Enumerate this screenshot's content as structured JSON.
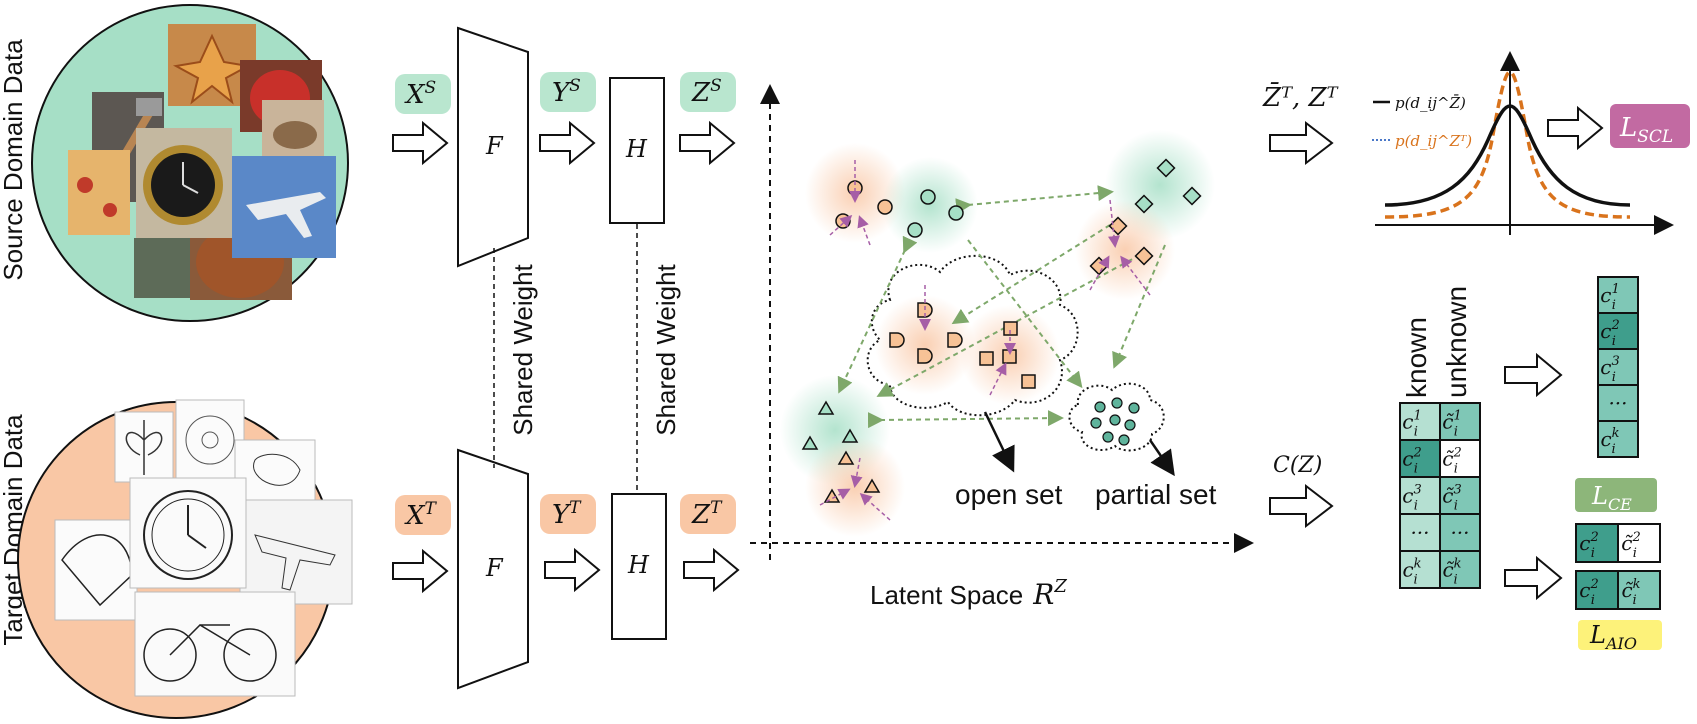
{
  "colors": {
    "source_green": "#a6dfc6",
    "target_orange": "#f9c7a5",
    "label_green": "#b9e6cf",
    "label_orange": "#f9c7a5",
    "curve_orange": "#d9731c",
    "curve_black": "#111111",
    "lscl_bg": "#c26aa2",
    "lce_bg": "#8db67a",
    "laio_bg": "#fdf27a",
    "cell_light": "#b5e0d2",
    "cell_mid": "#7fc7b6",
    "cell_dark": "#3f9e8c",
    "arrow_green": "#7ea86a",
    "arrow_purple": "#a65ea6",
    "triangle_fill": "#f7c296",
    "shape_fill_orange": "#f7c296",
    "shape_fill_green": "#a6dfc6"
  },
  "domains": {
    "source_label": "Source Domain Data",
    "target_label": "Target Domain Data"
  },
  "pipeline": {
    "xs": "X",
    "xs_sup": "S",
    "ys": "Y",
    "ys_sup": "S",
    "zs": "Z",
    "zs_sup": "S",
    "xt": "X",
    "xt_sup": "T",
    "yt": "Y",
    "yt_sup": "T",
    "zt": "Z",
    "zt_sup": "T",
    "feature_extractor": "F",
    "head": "H",
    "shared_weight": "Shared Weight"
  },
  "latent": {
    "open_set": "open set",
    "partial_set": "partial set",
    "axis_label": "Latent Space",
    "axis_symbol": "R",
    "axis_symbol_sup": "Z"
  },
  "scl": {
    "input_label": "Z̄ᵀ, Zᵀ",
    "legend_black": "p(d_ij^Z̄)",
    "legend_orange": "p(d_ij^Zᵀ)",
    "loss": "L",
    "loss_sub": "SCL"
  },
  "classifier": {
    "input_label": "C(Z)",
    "col_known": "known",
    "col_unknown": "unknown",
    "rows": [
      {
        "known": "c",
        "known_sup": "1",
        "unknown": "c̃",
        "unknown_sup": "1"
      },
      {
        "known": "c",
        "known_sup": "2",
        "unknown": "c̃",
        "unknown_sup": "2"
      },
      {
        "known": "c",
        "known_sup": "3",
        "unknown": "c̃",
        "unknown_sup": "3"
      },
      {
        "known": "···",
        "known_sup": "",
        "unknown": "···",
        "unknown_sup": ""
      },
      {
        "known": "c",
        "known_sup": "k",
        "unknown": "c̃",
        "unknown_sup": "k"
      }
    ],
    "ce_column": [
      {
        "label": "c",
        "sup": "1"
      },
      {
        "label": "c",
        "sup": "2"
      },
      {
        "label": "c",
        "sup": "3"
      },
      {
        "label": "···",
        "sup": ""
      },
      {
        "label": "c",
        "sup": "k"
      }
    ],
    "ce_loss": "L",
    "ce_loss_sub": "CE",
    "aio_rows": [
      [
        {
          "label": "c",
          "sup": "2"
        },
        {
          "label": "c̃",
          "sup": "2"
        }
      ],
      [
        {
          "label": "c",
          "sup": "2"
        },
        {
          "label": "c̃",
          "sup": "k"
        }
      ]
    ],
    "aio_loss": "L",
    "aio_loss_sub": "AIO",
    "sub_i": "i"
  }
}
